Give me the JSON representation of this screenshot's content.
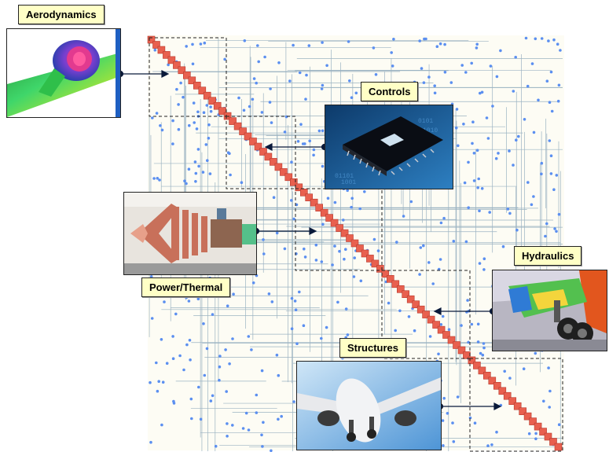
{
  "figure": {
    "domains": [
      {
        "label": "Aerodynamics"
      },
      {
        "label": "Controls"
      },
      {
        "label": "Power/Thermal"
      },
      {
        "label": "Hydraulics"
      },
      {
        "label": "Structures"
      }
    ],
    "colors": {
      "matrix_background": "#fdfcf4",
      "grid_line": "#9bb3c2",
      "dot": "#5b8ff0",
      "diagonal": "#e8604f",
      "label_background": "#ffffc6",
      "connector": "#0a1a3a"
    },
    "icons": [
      "engine-nacelle-image",
      "microchip-image",
      "turbine-engine-image",
      "landing-gear-image",
      "airplane-underside-image"
    ]
  }
}
